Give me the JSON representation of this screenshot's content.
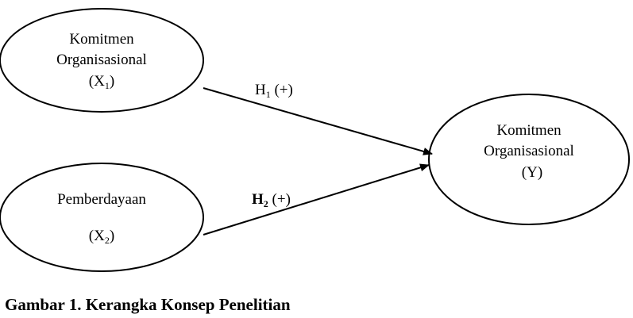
{
  "diagram": {
    "nodes": {
      "x1": {
        "line1": "Komitmen",
        "line2": "Organisasional",
        "var_open": "(X",
        "var_sub": "1",
        "var_close": ")"
      },
      "x2": {
        "line1": "Pemberdayaan",
        "var_open": "(X",
        "var_sub": "2",
        "var_close": ")"
      },
      "y": {
        "line1": "Komitmen",
        "line2": "Organisasional",
        "line3": "(Y)"
      }
    },
    "edges": {
      "h1": {
        "main": "H",
        "sub": "1",
        "rest": " (+)"
      },
      "h2": {
        "main": "H",
        "sub": "2",
        "rest": " (+)"
      }
    },
    "caption": "Gambar 1. Kerangka Konsep Penelitian"
  }
}
